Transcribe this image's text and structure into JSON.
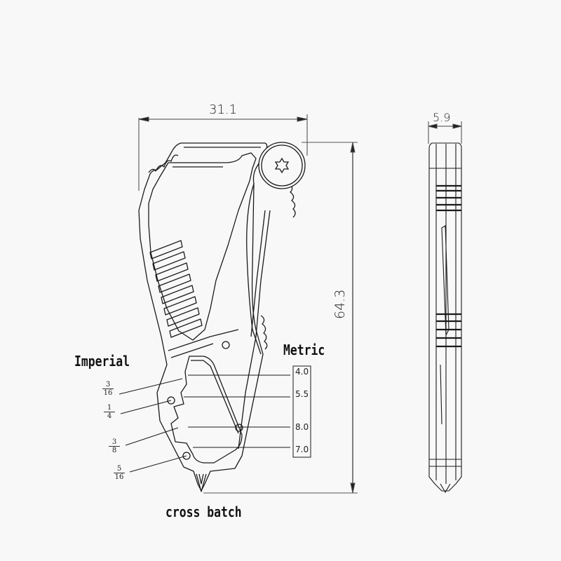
{
  "drawing": {
    "dimensions": {
      "width": "31.1",
      "height": "64.3",
      "thickness": "5.9"
    },
    "labels": {
      "imperial": "Imperial",
      "metric": "Metric",
      "cross_batch": "cross batch"
    },
    "imperial_sizes": [
      {
        "num": "3",
        "den": "16"
      },
      {
        "num": "1",
        "den": "4"
      },
      {
        "num": "3",
        "den": "8"
      },
      {
        "num": "5",
        "den": "16"
      }
    ],
    "metric_sizes": [
      "4.0",
      "5.5",
      "8.0",
      "7.0"
    ],
    "colors": {
      "background": "#f8f8f8",
      "line": "#1a1a1a",
      "dimension_line": "#555555"
    }
  }
}
